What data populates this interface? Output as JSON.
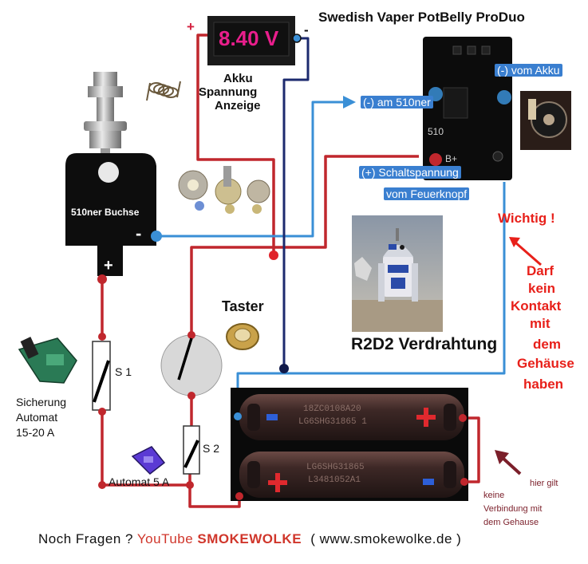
{
  "title": "Swedish Vaper PotBelly ProDuo",
  "voltmeter": {
    "reading": "8.40 V",
    "plus": "+",
    "minus": "-"
  },
  "voltmeter_caption": [
    "Akku",
    "Spannung",
    "Anzeige"
  ],
  "socket": {
    "label": "510ner Buchse",
    "minus": "-",
    "plus": "+"
  },
  "board_labels": {
    "minus_510": "(-) am 510ner",
    "minus_battery": "(-) vom Akku",
    "plus_switch_line1": "(+) Schaltspannung",
    "plus_switch_line2": "vom Feuerknopf",
    "silk_510": "510",
    "silk_bplus": "B+"
  },
  "warning": {
    "title": "Wichtig !",
    "lines": [
      "Darf",
      "kein",
      "Kontakt",
      "mit",
      "dem",
      "Gehäuse",
      "haben"
    ]
  },
  "taster_label": "Taster",
  "r2d2_label": "R2D2 Verdrahtung",
  "fuse_label": [
    "Sicherung",
    "Automat",
    "15-20 A"
  ],
  "automat_label": "Automat 5 A",
  "switch_s1": "S 1",
  "switch_s2": "S 2",
  "battery_top_text": [
    "18ZC0108A20",
    "LG6SHG31865 1"
  ],
  "battery_bottom_text": [
    "LG6SHG31865",
    "L3481052A1"
  ],
  "note_lines": [
    "hier gilt",
    "keine",
    "Verbindung mit",
    "dem Gehause"
  ],
  "footer": {
    "prefix": "Noch Fragen ?",
    "youtube": "YouTube",
    "channel": "SMOKEWOLKE",
    "url": "( www.smokewolke.de )"
  },
  "colors": {
    "wire_red": "#c0272d",
    "wire_blue": "#3a8fd6",
    "wire_navy": "#1c2a6e",
    "warning_red": "#e8201a",
    "lcd_text": "#e91e8c",
    "footer_red": "#d0362b"
  }
}
